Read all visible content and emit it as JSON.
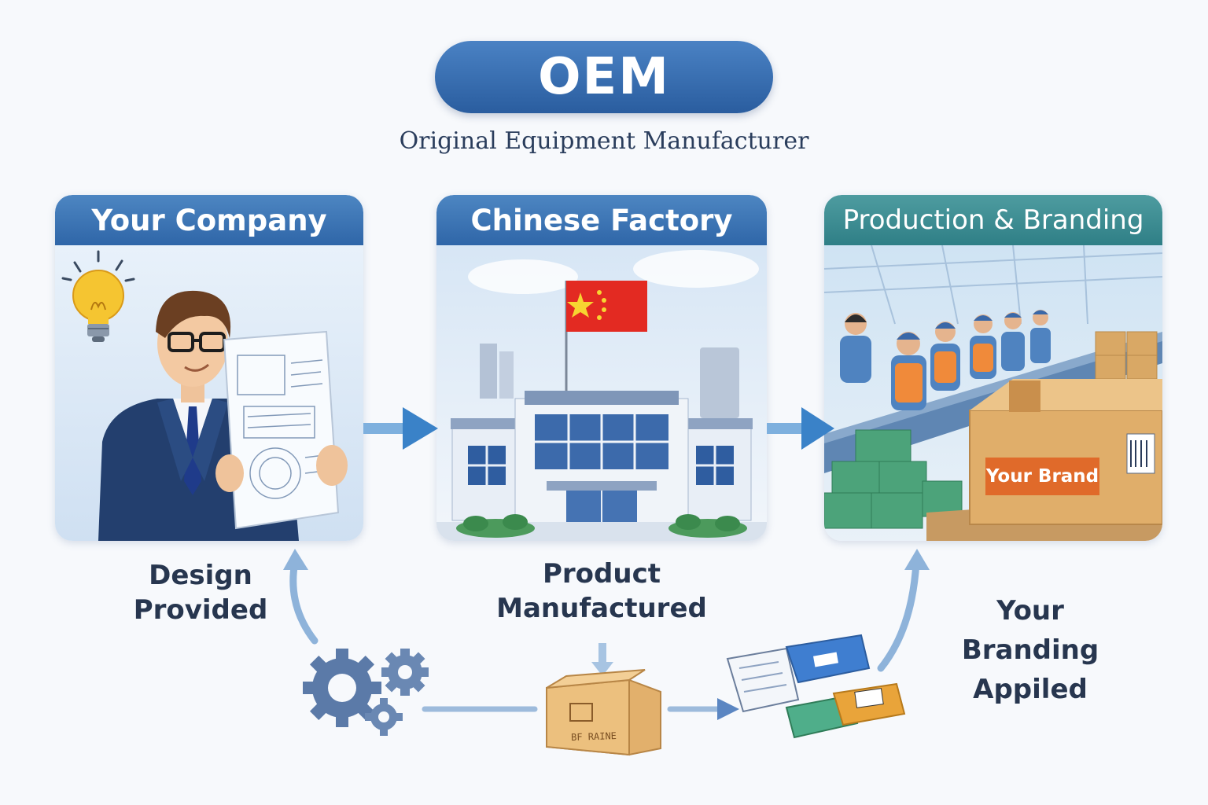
{
  "header": {
    "title": "OEM",
    "subtitle": "Original Equipment Manufacturer"
  },
  "panels": [
    {
      "heading": "Your Company",
      "caption_line1": "Design",
      "caption_line2": "Provided"
    },
    {
      "heading": "Chinese Factory",
      "caption_line1": "Product",
      "caption_line2": "Manufactured"
    },
    {
      "heading": "Production & Branding",
      "brand_label": "Your Brand",
      "caption_line1": "Your",
      "caption_line2": "Branding",
      "caption_line3": "Appiled"
    }
  ],
  "bottom_box_label": "BF RAINE",
  "colors": {
    "title_blue": "#2f63a6",
    "panel_head_blue": "#3b74b4",
    "panel_head_teal": "#3a8f95",
    "arrow_blue": "#4a8fcf",
    "caption_text": "#27364f"
  },
  "icons": [
    "lightbulb-icon",
    "businessman-figure",
    "blueprint-document",
    "china-flag-icon",
    "factory-building",
    "assembly-line-workers",
    "brand-box",
    "gear-icon",
    "cardboard-box-icon",
    "packaging-materials-icon"
  ]
}
